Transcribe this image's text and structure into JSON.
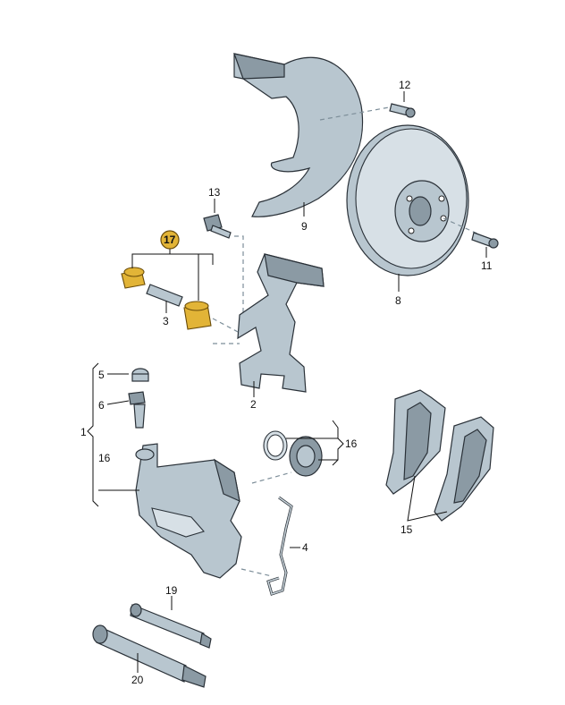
{
  "callouts": {
    "c1": "1",
    "c2": "2",
    "c3": "3",
    "c4": "4",
    "c5": "5",
    "c6": "6",
    "c8": "8",
    "c9": "9",
    "c11": "11",
    "c12": "12",
    "c13": "13",
    "c15": "15",
    "c16a": "16",
    "c16b": "16",
    "c17": "17",
    "c19": "19",
    "c20": "20"
  },
  "colors": {
    "highlight": "#e2b437",
    "part": "#b8c6cf"
  }
}
